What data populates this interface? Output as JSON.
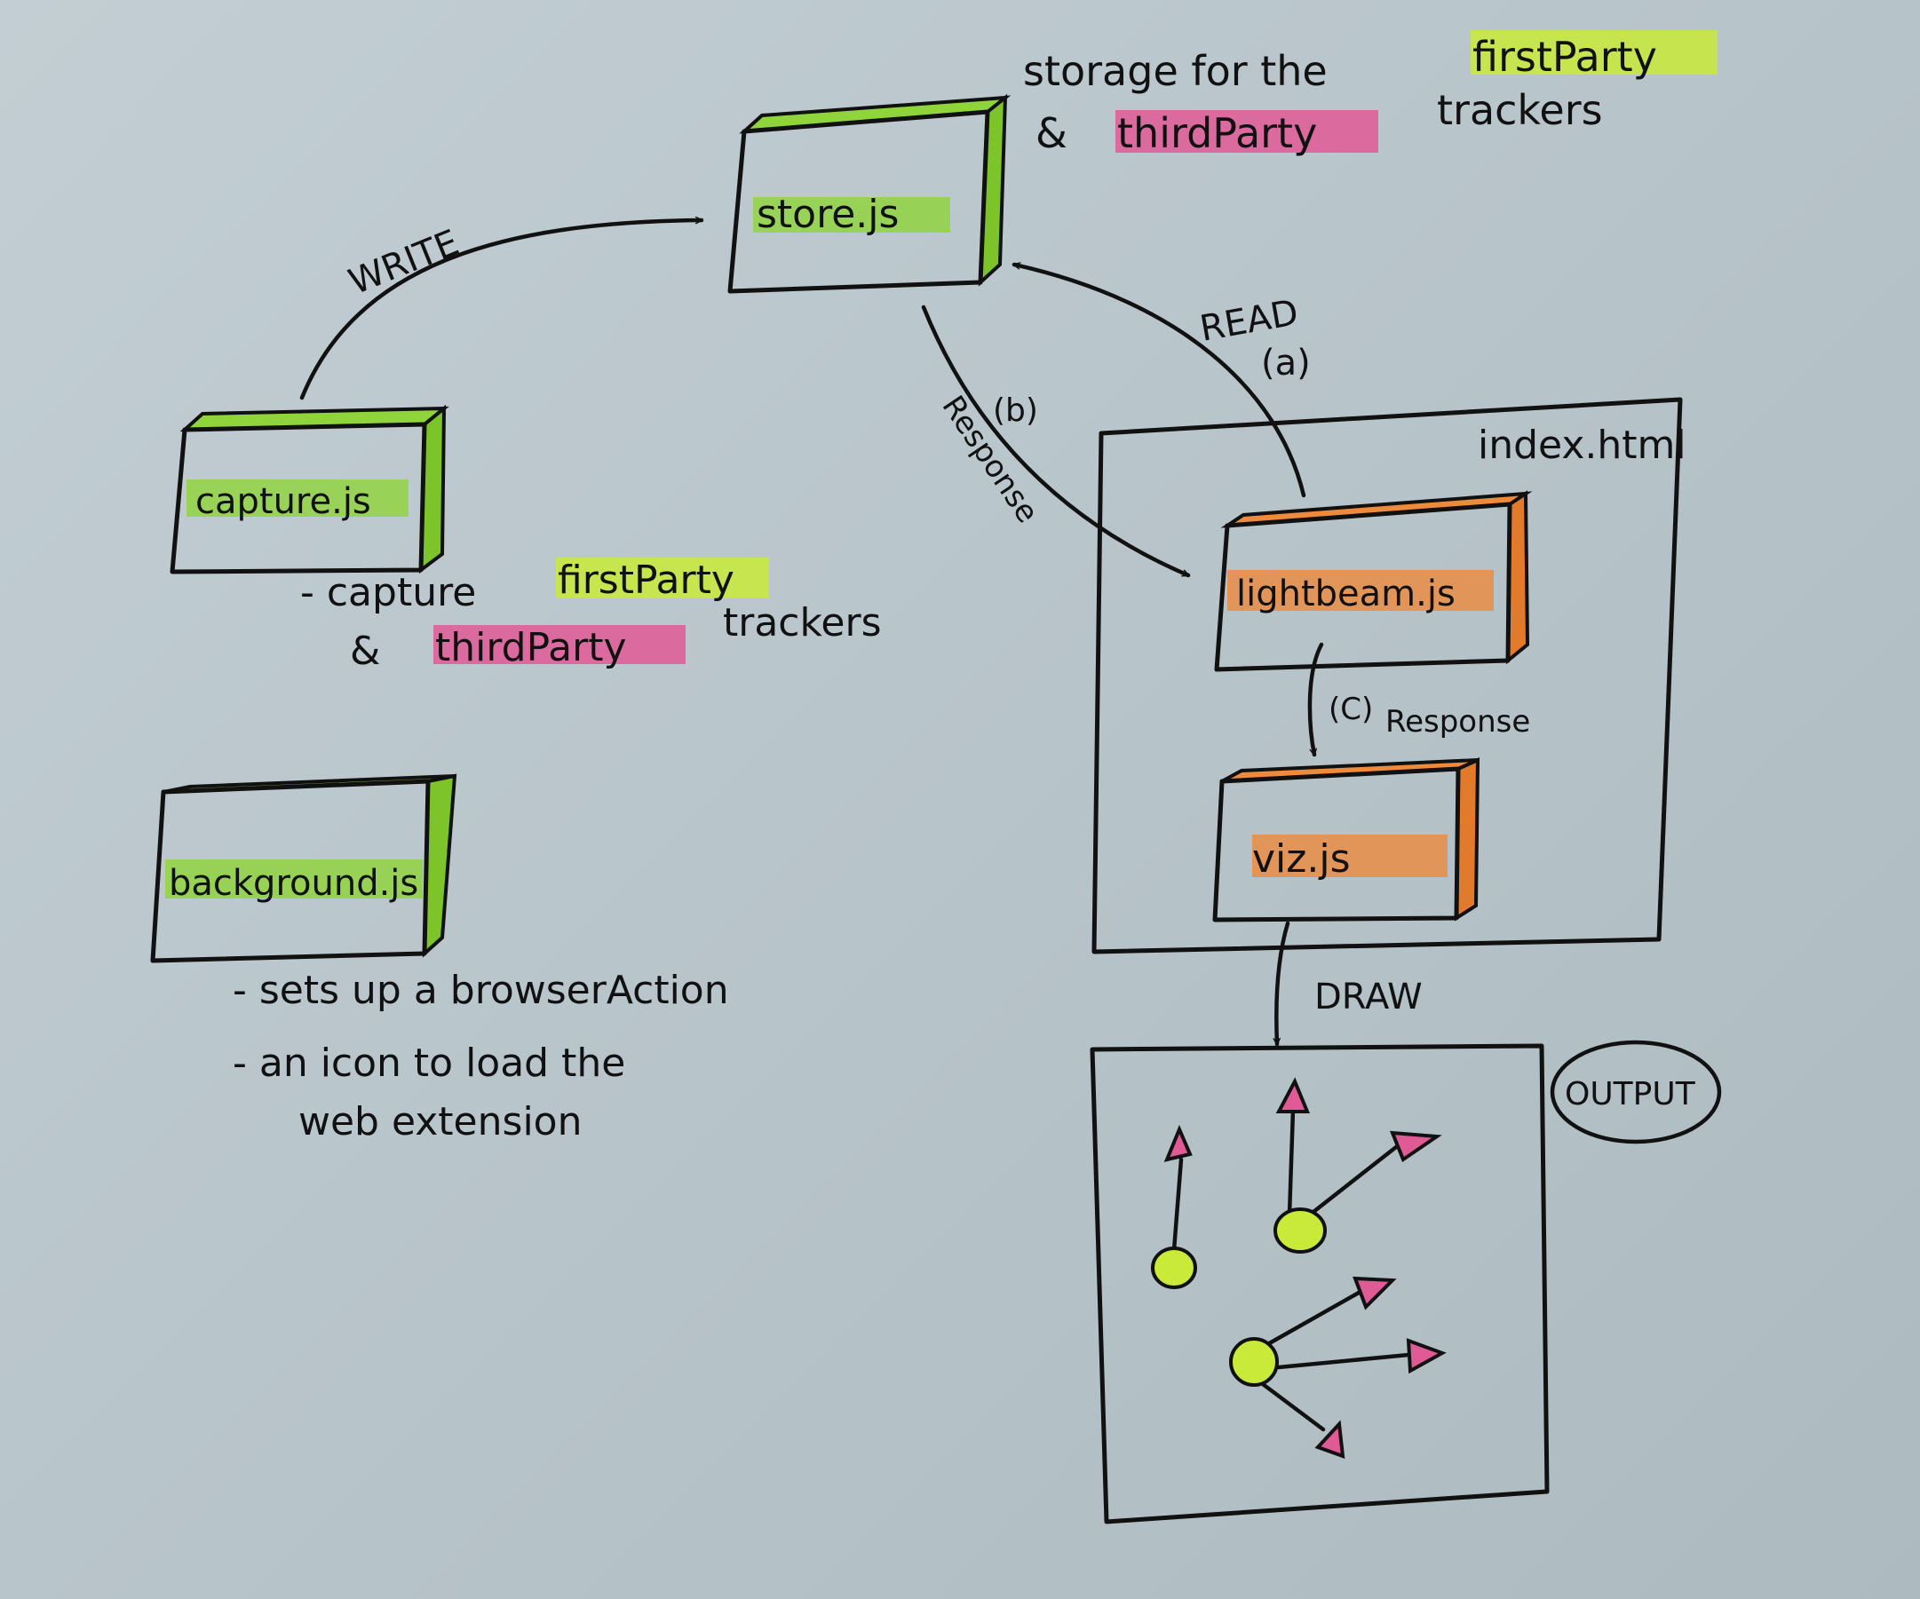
{
  "colors": {
    "paper": "#b9c6cc",
    "green_highlight": "#8fd43a",
    "orange_highlight": "#ee8a3c",
    "pink_highlight": "#e05a96",
    "ink": "#111111"
  },
  "nodes": {
    "store": {
      "label": "store.js",
      "color": "green"
    },
    "capture": {
      "label": "capture.js",
      "color": "green"
    },
    "background": {
      "label": "background.js",
      "color": "green"
    },
    "lightbeam": {
      "label": "lightbeam.js",
      "color": "orange"
    },
    "viz": {
      "label": "viz.js",
      "color": "orange"
    },
    "index": {
      "label": "index.html"
    },
    "output": {
      "label": "OUTPUT"
    }
  },
  "notes": {
    "store": {
      "line1_prefix": "storage for the",
      "line1_highlight": "firstParty",
      "line2_prefix": "&",
      "line2_highlight": "thirdParty",
      "line2_suffix": "trackers"
    },
    "capture": {
      "line1_prefix": "- capture",
      "line1_highlight": "firstParty",
      "line2_prefix": "&",
      "line2_highlight": "thirdParty",
      "line2_suffix": "trackers"
    },
    "background": {
      "line1": "- sets up a browserAction",
      "line2": "- an icon to load the",
      "line3": "web extension"
    }
  },
  "edges": {
    "write": "WRITE",
    "read": "READ",
    "read_step": "(a)",
    "response_b_step": "(b)",
    "response_b": "Response",
    "response_c_step": "(C)",
    "response_c": "Response",
    "draw": "DRAW"
  }
}
